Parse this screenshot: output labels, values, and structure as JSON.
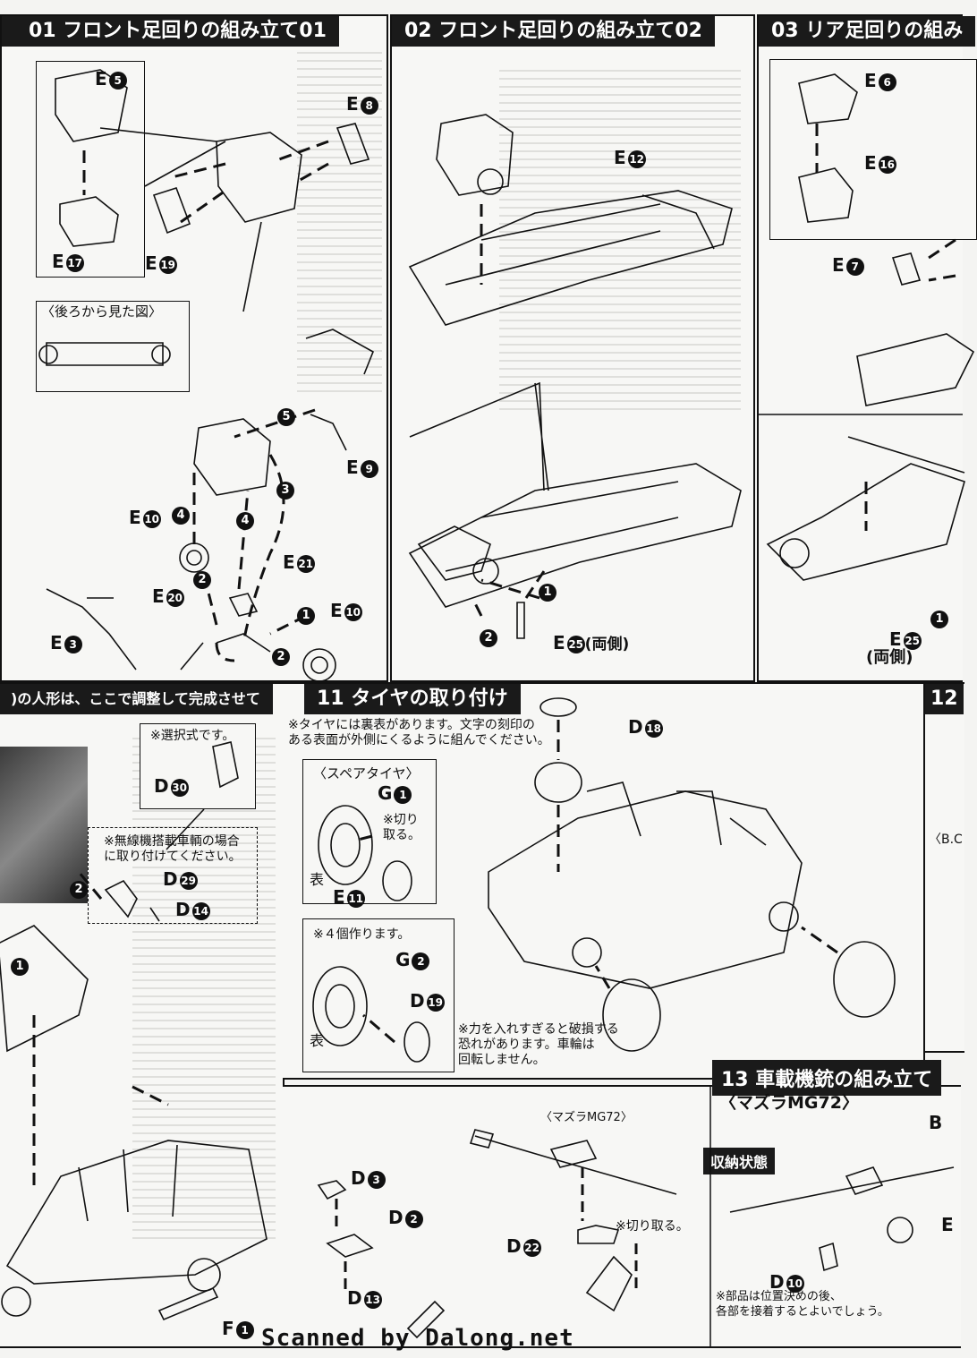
{
  "steps": {
    "s01": {
      "title": "01 フロント足回りの組み立て01",
      "view_label": "〈後ろから見た図〉"
    },
    "s02": {
      "title": "02 フロント足回りの組み立て02",
      "both_sides": "(両側)"
    },
    "s03": {
      "title": "03 リア足回りの組み",
      "both_sides": "(両側)"
    },
    "s10": {
      "title": ")の人形は、ここで調整して完成させて",
      "select_note": "※選択式です。",
      "radio_note": "※無線機搭載車輌の場合\nに取り付けてください。"
    },
    "s11": {
      "title": "11 タイヤの取り付け",
      "tire_note": "※タイヤには裏表があります。文字の刻印の\nある表面が外側にくるように組んでください。",
      "spare_label": "〈スペアタイヤ〉",
      "cut_note": "※切り\n取る。",
      "make4_note": "※４個作ります。",
      "front_label": "表",
      "force_note": "※力を入れすぎると破損する\n恐れがあります。車輪は\n回転しません。"
    },
    "s12": {
      "title": "12",
      "bc_label": "〈B.C"
    },
    "s13": {
      "title": "13 車載機銃の組み立て",
      "mg_label": "〈マズラMG72〉",
      "mg_sub": "〈マズラMG72〉",
      "stored_tag": "収納状態",
      "cut_note": "※切り取る。",
      "glue_note": "※部品は位置決めの後、\n各部を接着するとよいでしょう。"
    }
  },
  "parts": {
    "E5": {
      "letter": "E",
      "num": "5"
    },
    "E8": {
      "letter": "E",
      "num": "8"
    },
    "E17": {
      "letter": "E",
      "num": "17"
    },
    "E19": {
      "letter": "E",
      "num": "19"
    },
    "E9": {
      "letter": "E",
      "num": "9"
    },
    "E10a": {
      "letter": "E",
      "num": "10"
    },
    "E10b": {
      "letter": "E",
      "num": "10"
    },
    "E20": {
      "letter": "E",
      "num": "20"
    },
    "E21": {
      "letter": "E",
      "num": "21"
    },
    "E3": {
      "letter": "E",
      "num": "3"
    },
    "E12": {
      "letter": "E",
      "num": "12"
    },
    "E25a": {
      "letter": "E",
      "num": "25"
    },
    "E6": {
      "letter": "E",
      "num": "6"
    },
    "E16": {
      "letter": "E",
      "num": "16"
    },
    "E7": {
      "letter": "E",
      "num": "7"
    },
    "E25b": {
      "letter": "E",
      "num": "25"
    },
    "D30": {
      "letter": "D",
      "num": "30"
    },
    "D29": {
      "letter": "D",
      "num": "29"
    },
    "D14": {
      "letter": "D",
      "num": "14"
    },
    "F1": {
      "letter": "F",
      "num": "1"
    },
    "D18": {
      "letter": "D",
      "num": "18"
    },
    "G1": {
      "letter": "G",
      "num": "1"
    },
    "E11": {
      "letter": "E",
      "num": "11"
    },
    "G2": {
      "letter": "G",
      "num": "2"
    },
    "D19": {
      "letter": "D",
      "num": "19"
    },
    "D3": {
      "letter": "D",
      "num": "3"
    },
    "D2": {
      "letter": "D",
      "num": "2"
    },
    "D22": {
      "letter": "D",
      "num": "22"
    },
    "D13": {
      "letter": "D",
      "num": "13"
    },
    "D10": {
      "letter": "D",
      "num": "10"
    },
    "Bx": {
      "letter": "B",
      "num": ""
    },
    "Ex": {
      "letter": "E",
      "num": ""
    }
  },
  "stepnums": {
    "one": "1",
    "two": "2",
    "three": "3",
    "four": "4",
    "five": "5"
  },
  "footer": "Scanned by Dalong.net"
}
